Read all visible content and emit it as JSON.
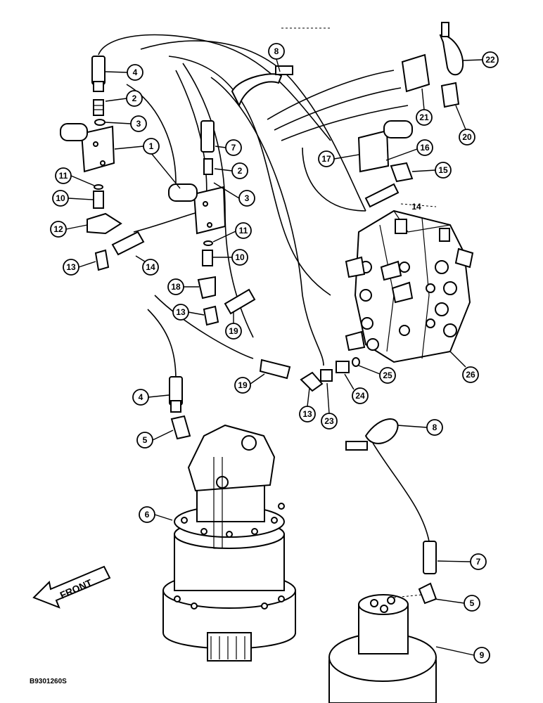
{
  "diagram": {
    "drawing_id": "B9301260S",
    "direction_label": "FRONT",
    "callouts": [
      {
        "label": "1"
      },
      {
        "label": "2"
      },
      {
        "label": "3"
      },
      {
        "label": "4"
      },
      {
        "label": "5"
      },
      {
        "label": "6"
      },
      {
        "label": "7"
      },
      {
        "label": "8"
      },
      {
        "label": "9"
      },
      {
        "label": "10"
      },
      {
        "label": "11"
      },
      {
        "label": "12"
      },
      {
        "label": "13"
      },
      {
        "label": "14"
      },
      {
        "label": "15"
      },
      {
        "label": "16"
      },
      {
        "label": "17"
      },
      {
        "label": "18"
      },
      {
        "label": "19"
      },
      {
        "label": "20"
      },
      {
        "label": "21"
      },
      {
        "label": "22"
      },
      {
        "label": "23"
      },
      {
        "label": "24"
      },
      {
        "label": "25"
      },
      {
        "label": "26"
      }
    ]
  }
}
